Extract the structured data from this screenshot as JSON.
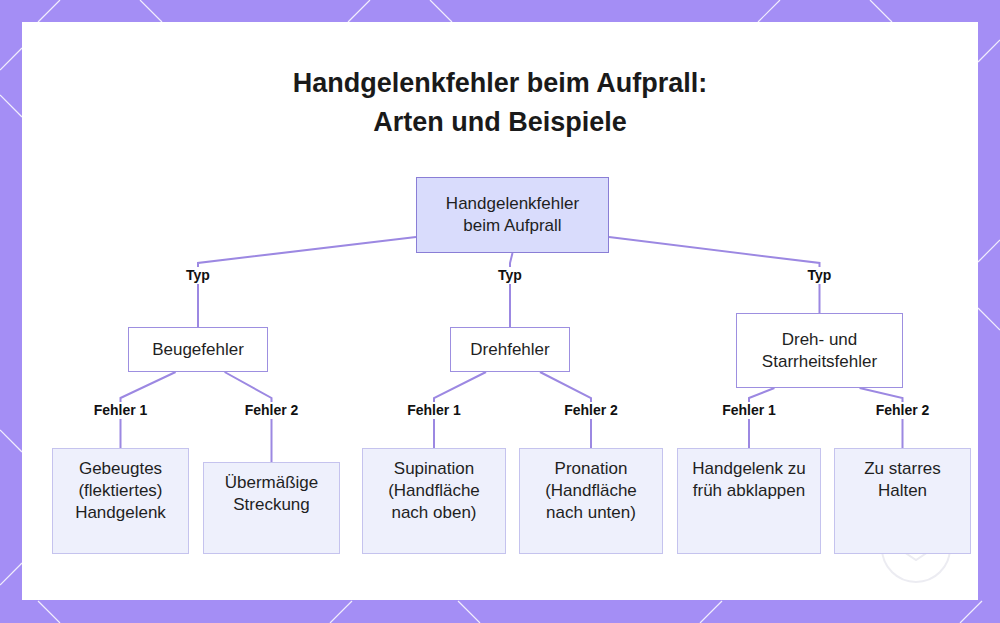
{
  "diagram": {
    "title": "Handgelenkfehler beim Aufprall: Arten und Beispiele",
    "nodes": [
      {
        "text": [
          "Handgelenkfehler beim Aufprall"
        ]
      },
      {
        "text": [
          "Beugefehler"
        ]
      },
      {
        "text": [
          "Drehfehler"
        ]
      },
      {
        "text": [
          "Dreh- und Starrheitsfehler"
        ]
      },
      {
        "text": [
          "Gebeugtes (flektiertes) Handgelenk"
        ]
      },
      {
        "text": [
          "Übermäßige Streckung"
        ]
      },
      {
        "text": [
          "Supination (Handfläche nach oben)"
        ]
      },
      {
        "text": [
          "Pronation (Handfläche nach unten)"
        ]
      },
      {
        "text": [
          "Handgelenk zu früh abklappen"
        ]
      },
      {
        "text": [
          "Zu starres Halten"
        ]
      }
    ],
    "edges": [
      {
        "from": 0,
        "to": 1,
        "label": "Typ",
        "arrow": "none"
      },
      {
        "from": 0,
        "to": 2,
        "label": "Typ",
        "arrow": "none"
      },
      {
        "from": 0,
        "to": 3,
        "label": "Typ",
        "arrow": "none"
      },
      {
        "from": 1,
        "to": 4,
        "label": "Fehler 1",
        "arrow": "none"
      },
      {
        "from": 1,
        "to": 5,
        "label": "Fehler 2",
        "arrow": "none"
      },
      {
        "from": 2,
        "to": 6,
        "label": "Fehler 1",
        "arrow": "none"
      },
      {
        "from": 2,
        "to": 7,
        "label": "Fehler 2",
        "arrow": "none"
      },
      {
        "from": 3,
        "to": 8,
        "label": "Fehler 1",
        "arrow": "none"
      },
      {
        "from": 3,
        "to": 9,
        "label": "Fehler 2",
        "arrow": "none"
      }
    ]
  }
}
